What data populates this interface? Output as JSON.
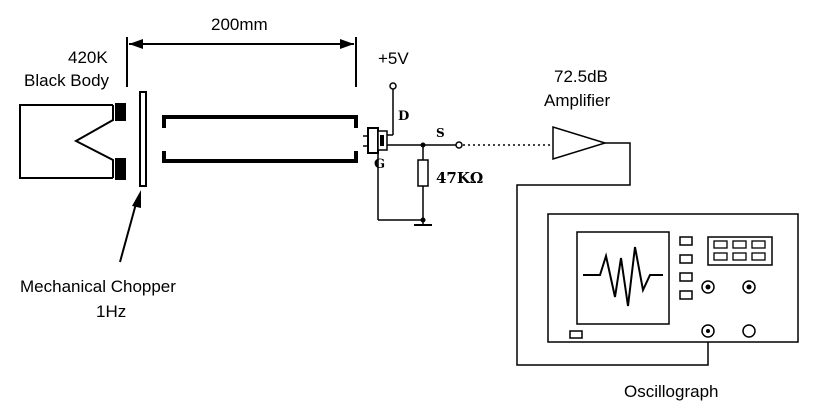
{
  "labels": {
    "distance": "200mm",
    "black_body_temp": "420K",
    "black_body_name": "Black Body",
    "supply": "+5V",
    "drain": "D",
    "gate": "G",
    "source": "S",
    "resistor": "47KΩ",
    "amp_gain": "72.5dB",
    "amp_name": "Amplifier",
    "chopper_name": "Mechanical Chopper",
    "chopper_freq": "1Hz",
    "scope_name": "Oscillograph"
  },
  "colors": {
    "ink": "#000000",
    "background": "#ffffff"
  }
}
